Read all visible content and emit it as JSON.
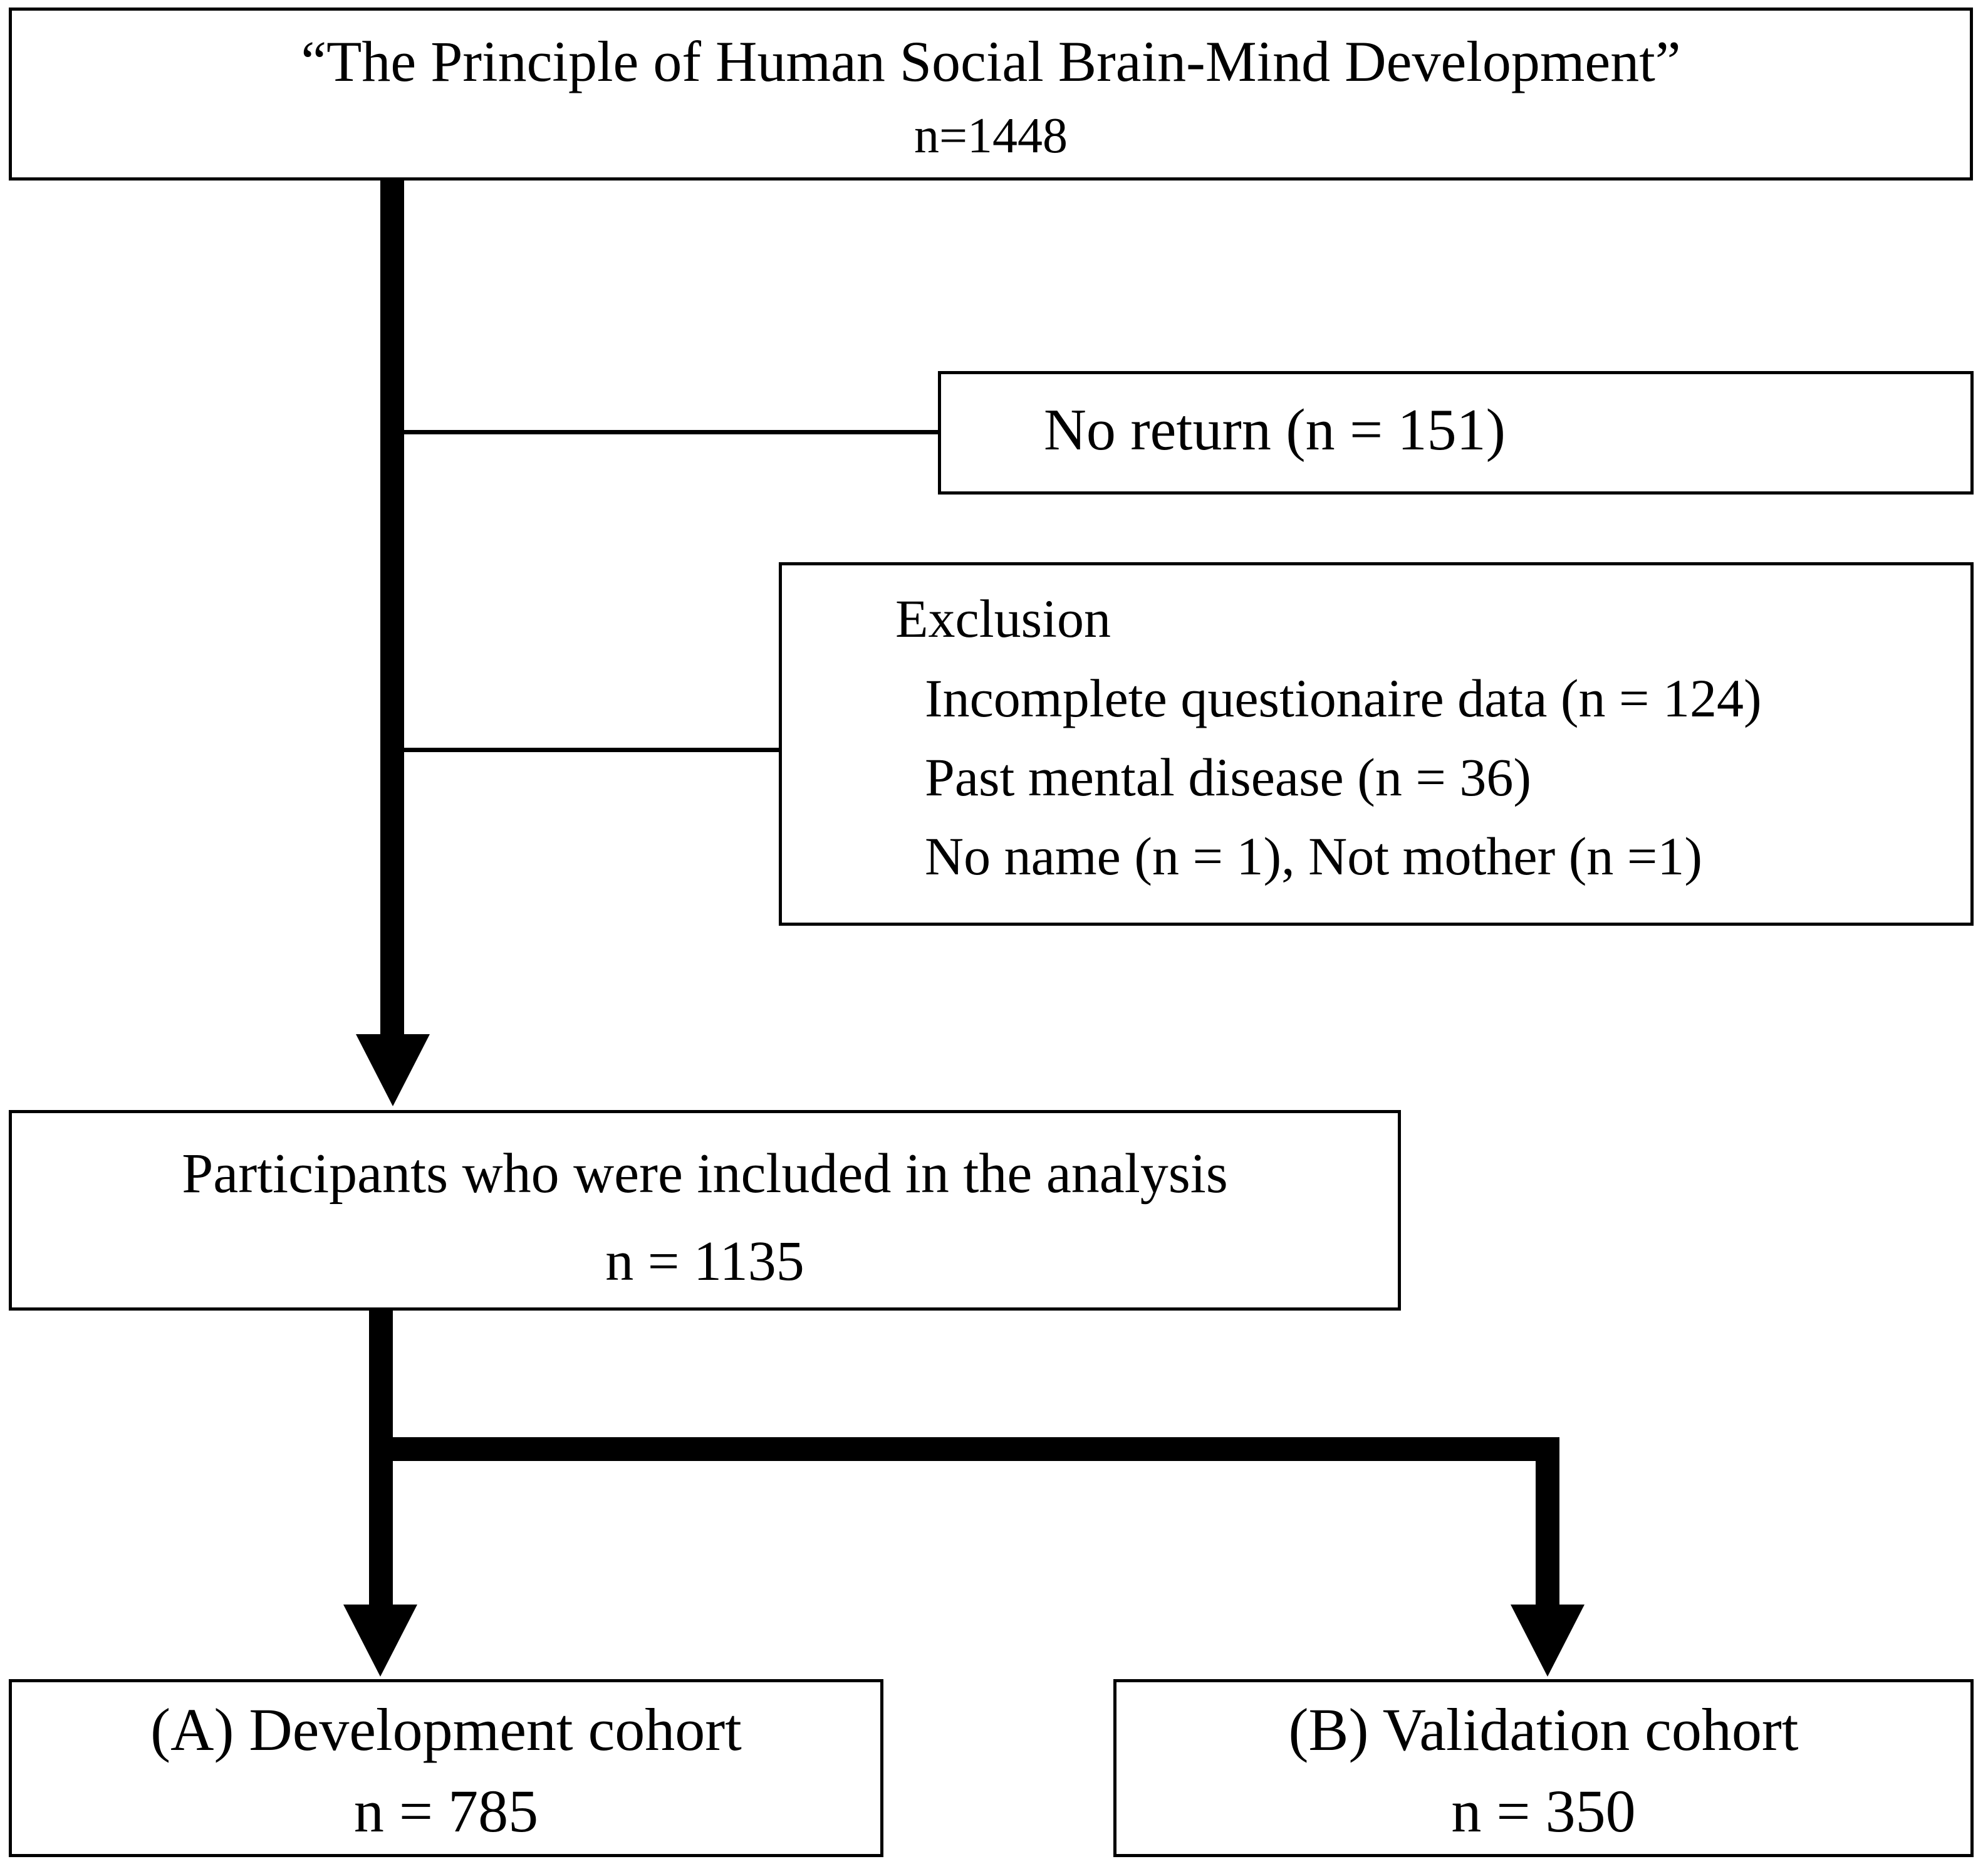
{
  "source": {
    "title": "“The Principle of Human Social Brain-Mind Development”",
    "count": "n=1448"
  },
  "no_return": {
    "label": "No return (n = 151)"
  },
  "exclusion": {
    "heading": "Exclusion",
    "items": [
      "Incomplete questionaire data (n = 124)",
      "Past mental disease (n = 36)",
      "No name (n = 1), Not mother (n =1)"
    ]
  },
  "included": {
    "label": "Participants who were included in the analysis",
    "count": "n = 1135"
  },
  "development": {
    "label": "(A) Development cohort",
    "count": "n = 785"
  },
  "validation": {
    "label": "(B) Validation cohort",
    "count": "n = 350"
  },
  "colors": {
    "stroke": "#000000",
    "background": "#ffffff"
  }
}
